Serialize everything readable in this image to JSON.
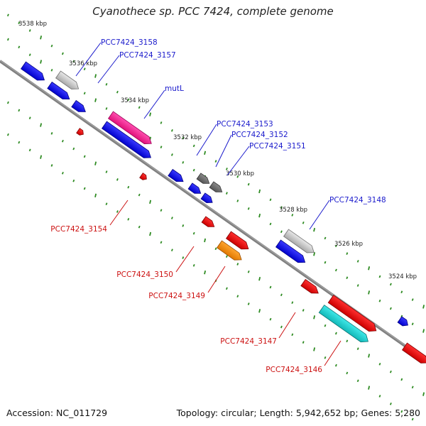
{
  "title": "Cyanothece sp. PCC 7424, complete genome",
  "footer": {
    "accession": "Accession: NC_011729",
    "topology": "Topology: circular; Length: 5,942,652 bp; Genes: 5,280"
  },
  "colors": {
    "backbone": "#808080",
    "tick": "#2e8b22",
    "plus_label": "#1a1acc",
    "minus_label": "#cc1111"
  },
  "ticks": [
    "3538 kbp",
    "3536 kbp",
    "3534 kbp",
    "3532 kbp",
    "3530 kbp",
    "3528 kbp",
    "3526 kbp",
    "3524 kbp"
  ],
  "labels": [
    {
      "id": "PCC7424_3158",
      "text": "PCC7424_3158",
      "strand": "plus"
    },
    {
      "id": "PCC7424_3157",
      "text": "PCC7424_3157",
      "strand": "plus"
    },
    {
      "id": "mutL",
      "text": "mutL",
      "strand": "plus"
    },
    {
      "id": "PCC7424_3153",
      "text": "PCC7424_3153",
      "strand": "plus"
    },
    {
      "id": "PCC7424_3152",
      "text": "PCC7424_3152",
      "strand": "plus"
    },
    {
      "id": "PCC7424_3151",
      "text": "PCC7424_3151",
      "strand": "plus"
    },
    {
      "id": "PCC7424_3148",
      "text": "PCC7424_3148",
      "strand": "plus"
    },
    {
      "id": "PCC7424_3154",
      "text": "PCC7424_3154",
      "strand": "minus"
    },
    {
      "id": "PCC7424_3150",
      "text": "PCC7424_3150",
      "strand": "minus"
    },
    {
      "id": "PCC7424_3149",
      "text": "PCC7424_3149",
      "strand": "minus"
    },
    {
      "id": "PCC7424_3147",
      "text": "PCC7424_3147",
      "strand": "minus"
    },
    {
      "id": "PCC7424_3146",
      "text": "PCC7424_3146",
      "strand": "minus"
    }
  ]
}
